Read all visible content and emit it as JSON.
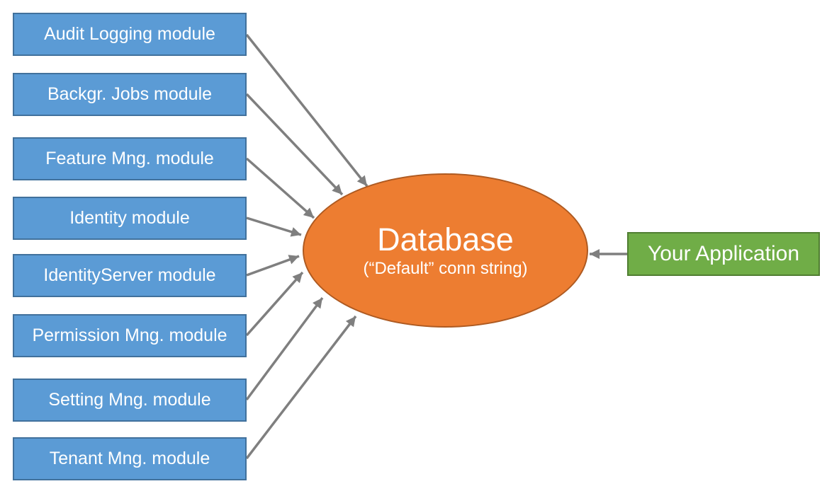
{
  "diagram": {
    "modules": [
      {
        "label": "Audit Logging module"
      },
      {
        "label": "Backgr. Jobs module"
      },
      {
        "label": "Feature Mng. module"
      },
      {
        "label": "Identity module"
      },
      {
        "label": "IdentityServer module"
      },
      {
        "label": "Permission Mng. module"
      },
      {
        "label": "Setting Mng. module"
      },
      {
        "label": "Tenant Mng. module"
      }
    ],
    "database": {
      "title": "Database",
      "subtitle": "(“Default” conn string)"
    },
    "application": {
      "label": "Your Application"
    },
    "colors": {
      "module_fill": "#5B9BD5",
      "module_border": "#41719C",
      "database_fill": "#ED7D31",
      "database_border": "#AE5A21",
      "application_fill": "#70AD47",
      "application_border": "#507E32",
      "arrow": "#7F7F7F",
      "label_text": "#FFFFFF"
    }
  }
}
